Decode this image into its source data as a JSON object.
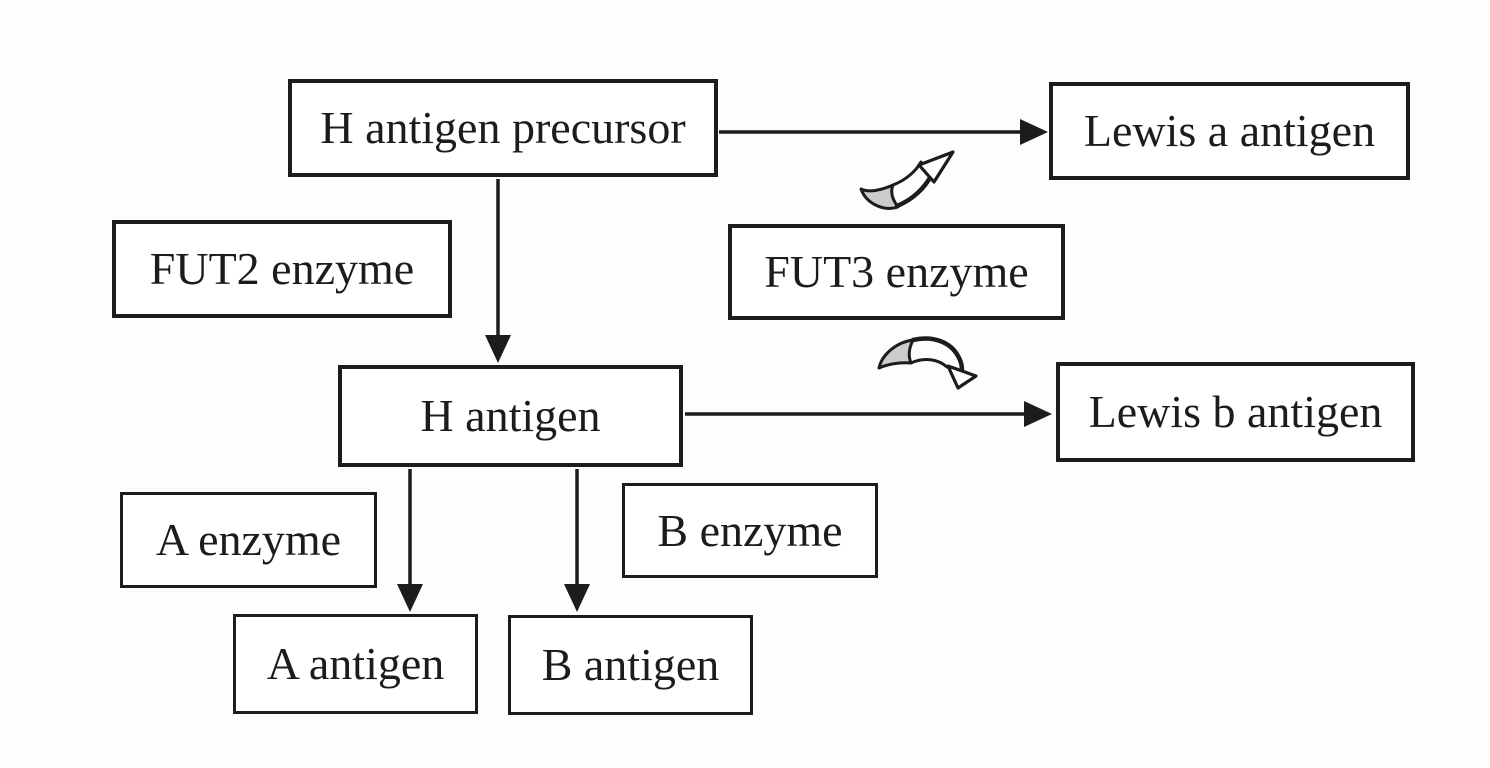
{
  "diagram": {
    "description": "Flowchart of H antigen, ABO and Lewis antigen biosynthesis",
    "colors": {
      "background": "#fdfdfd",
      "box_fill": "#ffffff",
      "box_border": "#1c1c1c",
      "text": "#1c1c1c",
      "arrow": "#1c1c1c",
      "curved_arrow_shade": "#cccccc"
    },
    "nodes": [
      {
        "id": "h-antigen-precursor",
        "label": "H antigen precursor"
      },
      {
        "id": "lewis-a-antigen",
        "label": "Lewis a antigen"
      },
      {
        "id": "fut2-enzyme",
        "label": "FUT2 enzyme"
      },
      {
        "id": "fut3-enzyme",
        "label": "FUT3 enzyme"
      },
      {
        "id": "h-antigen",
        "label": "H antigen"
      },
      {
        "id": "lewis-b-antigen",
        "label": "Lewis b antigen"
      },
      {
        "id": "a-enzyme",
        "label": "A enzyme"
      },
      {
        "id": "b-enzyme",
        "label": "B enzyme"
      },
      {
        "id": "a-antigen",
        "label": "A antigen"
      },
      {
        "id": "b-antigen",
        "label": "B antigen"
      }
    ],
    "edges": [
      {
        "from": "H antigen precursor",
        "to": "Lewis a antigen",
        "style": "straight-arrow"
      },
      {
        "from": "H antigen precursor",
        "to": "H antigen",
        "style": "straight-arrow"
      },
      {
        "from": "H antigen",
        "to": "Lewis b antigen",
        "style": "straight-arrow"
      },
      {
        "from": "H antigen",
        "to": "A antigen",
        "style": "straight-arrow"
      },
      {
        "from": "H antigen",
        "to": "B antigen",
        "style": "straight-arrow"
      },
      {
        "from": "FUT3 enzyme",
        "to": "precursor-to-lewis-a reaction",
        "style": "curved-shaded-arrow"
      },
      {
        "from": "FUT3 enzyme",
        "to": "h-antigen-to-lewis-b reaction",
        "style": "curved-shaded-arrow"
      }
    ]
  }
}
